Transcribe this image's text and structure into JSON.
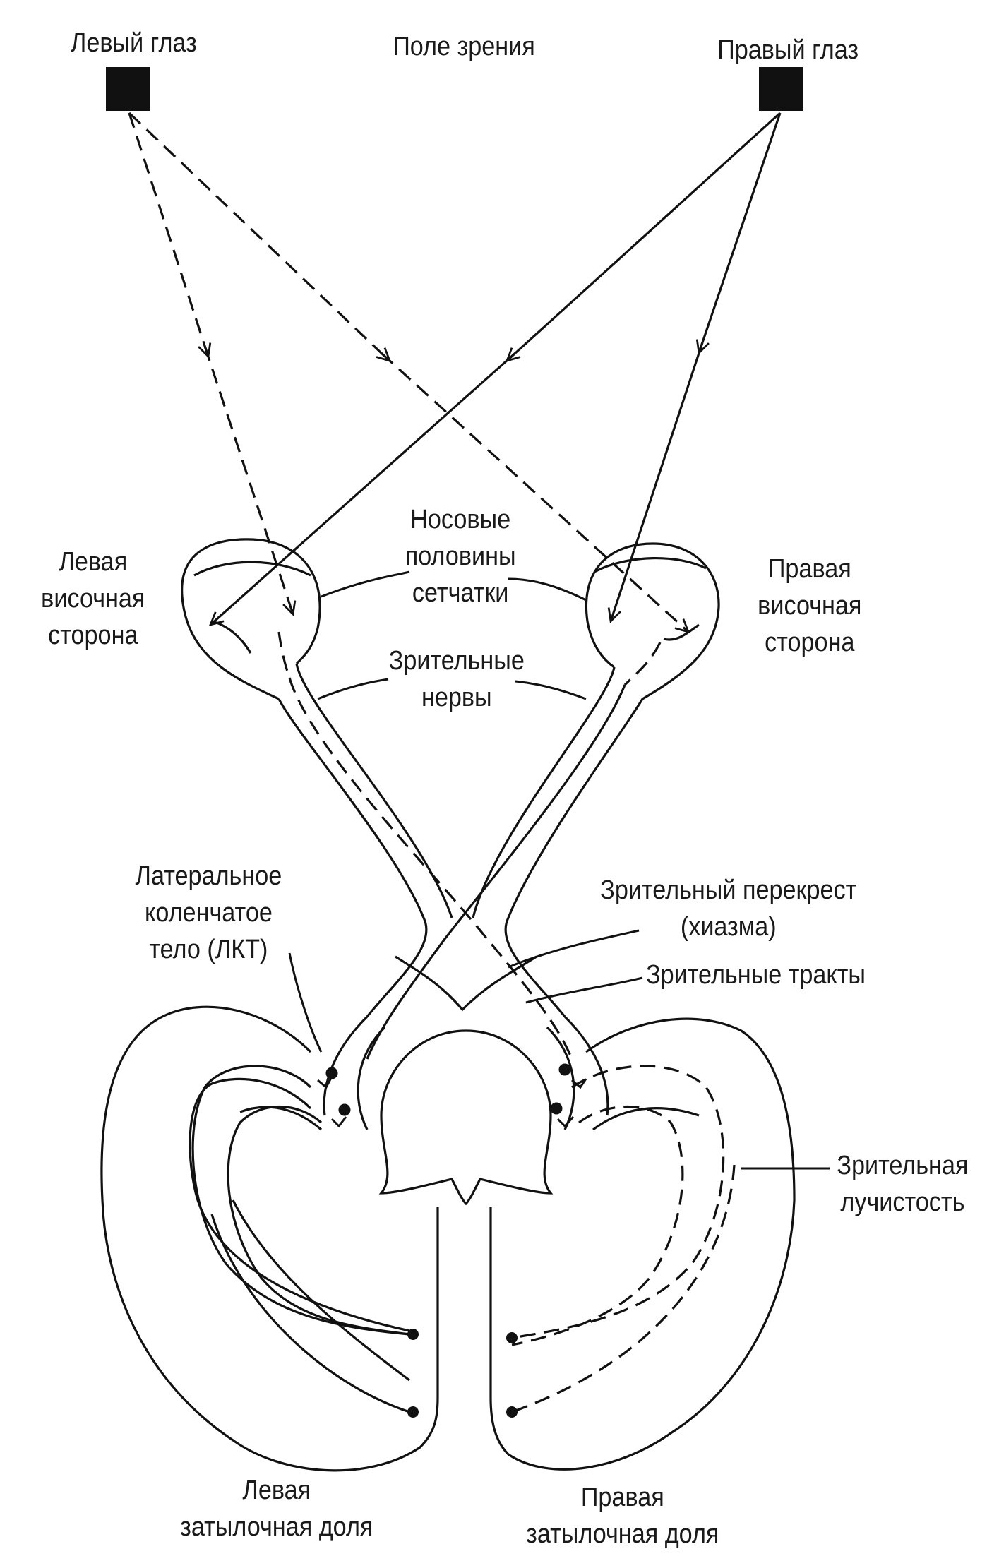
{
  "labels": {
    "left_eye": "Левый глаз",
    "visual_field": "Поле зрения",
    "right_eye": "Правый глаз",
    "left_temporal": [
      "Левая",
      "височная",
      "сторона"
    ],
    "nasal_halves": [
      "Носовые",
      "половины",
      "сетчатки"
    ],
    "right_temporal": [
      "Правая",
      "височная",
      "сторона"
    ],
    "optic_nerves": [
      "Зрительные",
      "нервы"
    ],
    "lgn": [
      "Латеральное",
      "коленчатое",
      "тело (ЛКТ)"
    ],
    "chiasm": [
      "Зрительный перекрест",
      "(хиазма)"
    ],
    "optic_tracts": "Зрительные тракты",
    "optic_radiation": [
      "Зрительная",
      "лучистость"
    ],
    "left_occipital": [
      "Левая",
      "затылочная доля"
    ],
    "right_occipital": [
      "Правая",
      "затылочная доля"
    ]
  }
}
